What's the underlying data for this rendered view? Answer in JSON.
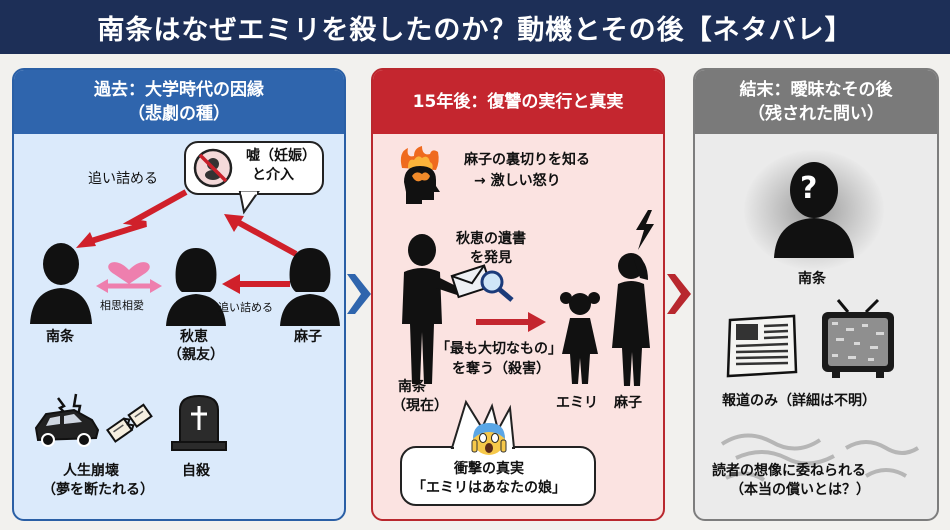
{
  "title": "南条はなぜエミリを殺したのか？動機とその後【ネタバレ】",
  "panel1": {
    "header_line1": "過去：大学時代の因縁",
    "header_line2": "（悲劇の種）",
    "bubble_line1": "嘘（妊娠）",
    "bubble_line2": "と介入",
    "arrow_label_top": "追い詰める",
    "arrow_label_mid": "追い詰める",
    "heart_label": "相思相愛",
    "nanjo": "南条",
    "akie_line1": "秋恵",
    "akie_line2": "（親友）",
    "asako": "麻子",
    "collapse_line1": "人生崩壊",
    "collapse_line2": "（夢を断たれる）",
    "suicide": "自殺"
  },
  "panel2": {
    "header": "15年後：復讐の実行と真実",
    "betrayal_line1": "麻子の裏切りを知る",
    "betrayal_line2": "→ 激しい怒り",
    "will_line1": "秋恵の遺書",
    "will_line2": "を発見",
    "steal_line1": "「最も大切なもの」",
    "steal_line2": "を奪う（殺害）",
    "nanjo_line1": "南条",
    "nanjo_line2": "（現在）",
    "emiri": "エミリ",
    "asako": "麻子",
    "shock_line1": "衝撃の真実",
    "shock_line2": "「エミリはあなたの娘」"
  },
  "panel3": {
    "header_line1": "結末：曖昧なその後",
    "header_line2": "（残された問い）",
    "nanjo": "南条",
    "question_mark": "?",
    "report": "報道のみ（詳細は不明）",
    "reader_line1": "読者の想像に委ねられる",
    "reader_line2": "（本当の償いとは？）"
  },
  "colors": {
    "title_bg": "#1d2f57",
    "panel1": "#2f65ad",
    "panel2": "#c4262f",
    "panel3": "#7a7a7a",
    "arrow_red": "#d0202a"
  },
  "icons": [
    "no-baby-icon",
    "fire-head-icon",
    "envelope-icon",
    "magnifier-icon",
    "lightning-icon",
    "crashed-car-icon",
    "torn-diploma-icon",
    "gravestone-icon",
    "scream-emoji-icon",
    "newspaper-icon",
    "tv-static-icon",
    "smoke-icon"
  ]
}
